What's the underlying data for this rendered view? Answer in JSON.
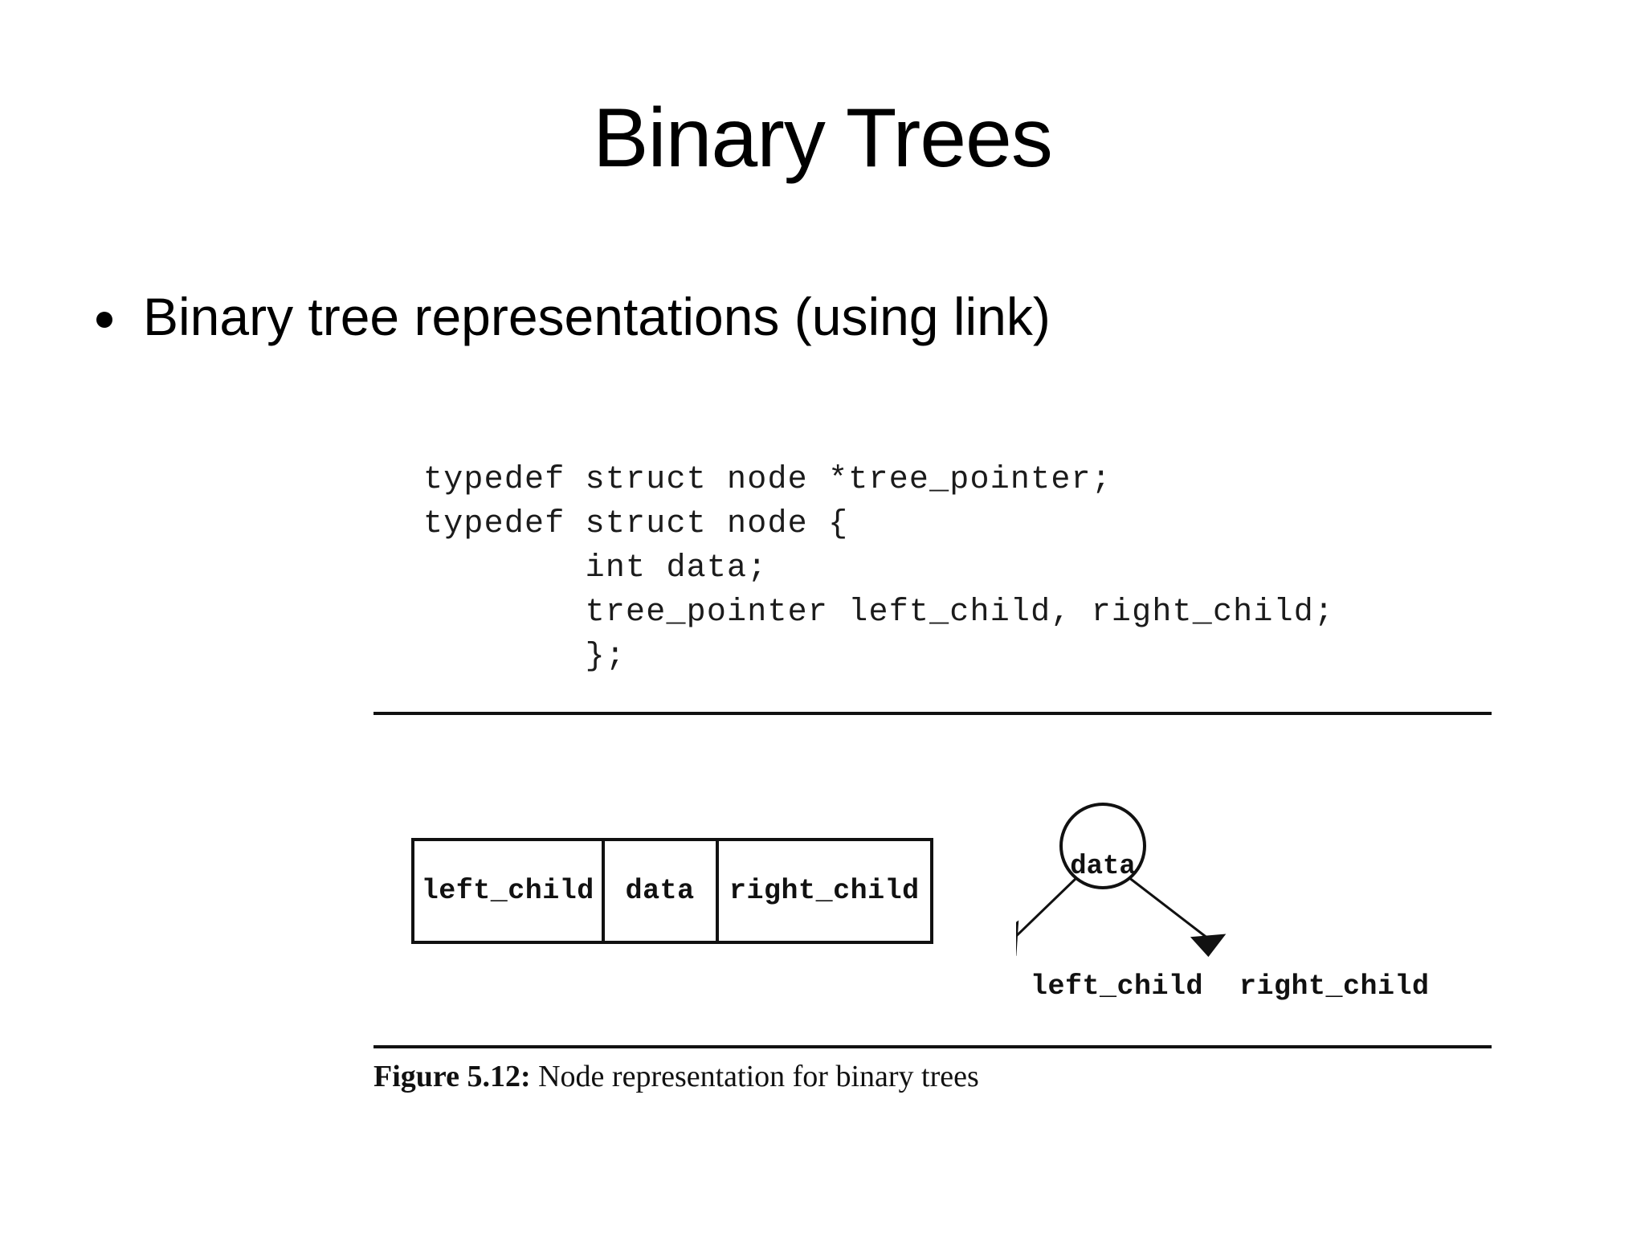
{
  "slide": {
    "title": "Binary Trees",
    "bullets": [
      {
        "marker": "bullet-dot",
        "text": "Binary tree representations (using link)"
      }
    ]
  },
  "code_block": {
    "language": "c",
    "lines": [
      "typedef struct node *tree_pointer;",
      "typedef struct node {",
      "        int data;",
      "        tree_pointer left_child, right_child;",
      "        };"
    ],
    "full_text": "typedef struct node *tree_pointer;\ntypedef struct node {\n        int data;\n        tree_pointer left_child, right_child;\n        };"
  },
  "figure": {
    "caption_prefix": "Figure 5.12:",
    "caption_text": " Node representation for binary trees",
    "node_box": {
      "cells": [
        {
          "label": "left_child"
        },
        {
          "label": "data"
        },
        {
          "label": "right_child"
        }
      ]
    },
    "tree_node": {
      "root_label": "data",
      "children": [
        {
          "label": "left_child"
        },
        {
          "label": "right_child"
        }
      ]
    },
    "rules": {
      "top": true,
      "bottom": true
    }
  },
  "colors": {
    "background": "#ffffff",
    "text": "#000000",
    "ink": "#111111",
    "scan_gray": "#1b1b1b"
  }
}
